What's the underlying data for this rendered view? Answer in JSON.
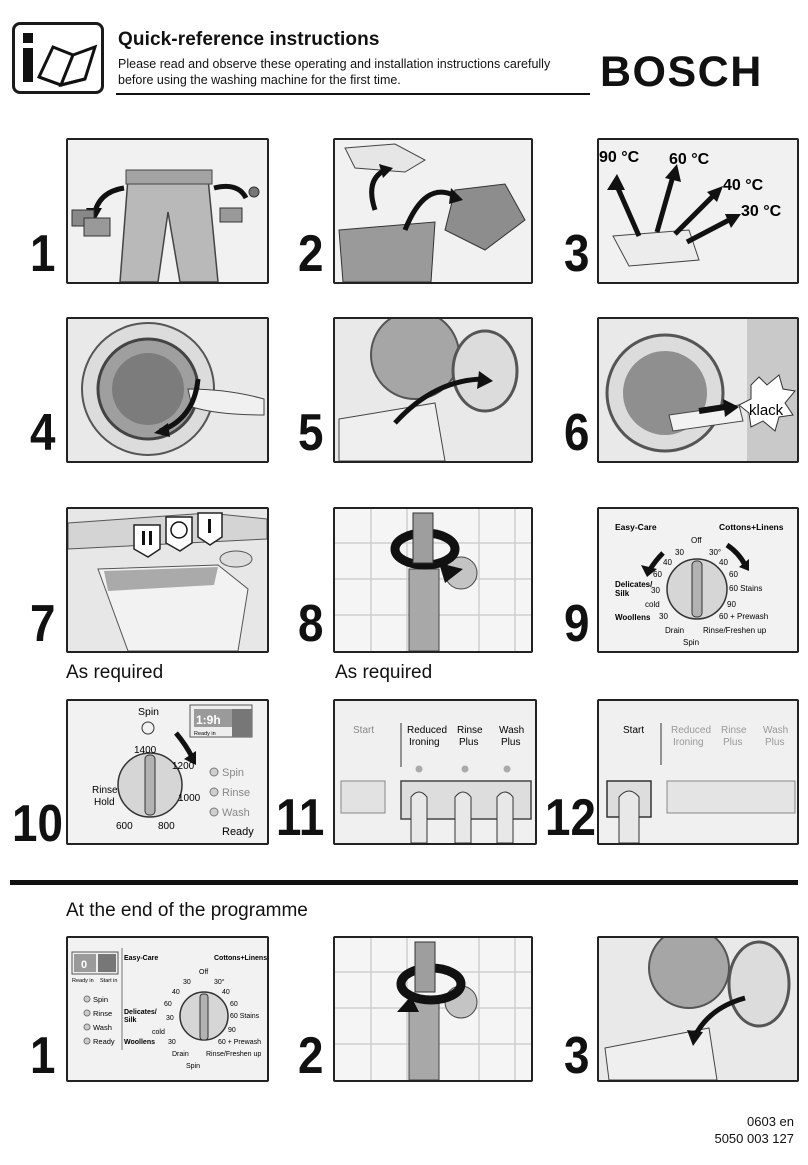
{
  "header": {
    "title": "Quick-reference instructions",
    "subtitle": "Please read and observe these operating and installation instruc­tions carefully before using the washing machine for the first time.",
    "brand": "BOSCH",
    "icon": "instruction-book-icon"
  },
  "steps": [
    {
      "number": "1"
    },
    {
      "number": "2"
    },
    {
      "number": "3"
    },
    {
      "number": "4"
    },
    {
      "number": "5"
    },
    {
      "number": "6"
    },
    {
      "number": "7"
    },
    {
      "number": "8"
    },
    {
      "number": "9"
    },
    {
      "number": "10"
    },
    {
      "number": "11"
    },
    {
      "number": "12"
    }
  ],
  "temperatures": [
    "90 °C",
    "60 °C",
    "40 °C",
    "30 °C"
  ],
  "panel6_sound": "klack",
  "as_required_1": "As required",
  "as_required_2": "As required",
  "dial": {
    "easy_care": "Easy-Care",
    "cottons_linens": "Cottons+Linens",
    "off": "Off",
    "temps_left": [
      "30",
      "40",
      "60"
    ],
    "temps_right": [
      "30°",
      "40",
      "60"
    ],
    "stains": "60 Stains",
    "ninety": "90",
    "prewash": "60 + Prewash",
    "delicates": "Delicates/",
    "silk": "Silk",
    "d30": "30",
    "cold": "cold",
    "woollens": "Woollens",
    "w30": "30",
    "drain": "Drain",
    "rinse_freshen": "Rinse/Freshen up",
    "spin": "Spin"
  },
  "spin_panel": {
    "spin": "Spin",
    "speeds": [
      "1400",
      "1200",
      "1000",
      "800",
      "600"
    ],
    "rinse": "Rinse",
    "hold": "Hold",
    "display": "1:9h",
    "ready_in": "Ready in",
    "leds": [
      "Spin",
      "Rinse",
      "Wash",
      "Ready"
    ]
  },
  "buttons_panel": {
    "start": "Start",
    "reduced": "Reduced",
    "ironing": "Ironing",
    "rinse": "Rinse",
    "plus": "Plus",
    "wash": "Wash",
    "plus2": "Plus"
  },
  "end_section": {
    "title": "At the end of the programme",
    "steps": [
      {
        "number": "1"
      },
      {
        "number": "2"
      },
      {
        "number": "3"
      }
    ],
    "display": "0",
    "ready_in": "Ready in",
    "start_in": "Start in",
    "leds": [
      "Spin",
      "Rinse",
      "Wash",
      "Ready"
    ]
  },
  "footer": {
    "line1": "0603 en",
    "line2": "5050 003 127"
  }
}
